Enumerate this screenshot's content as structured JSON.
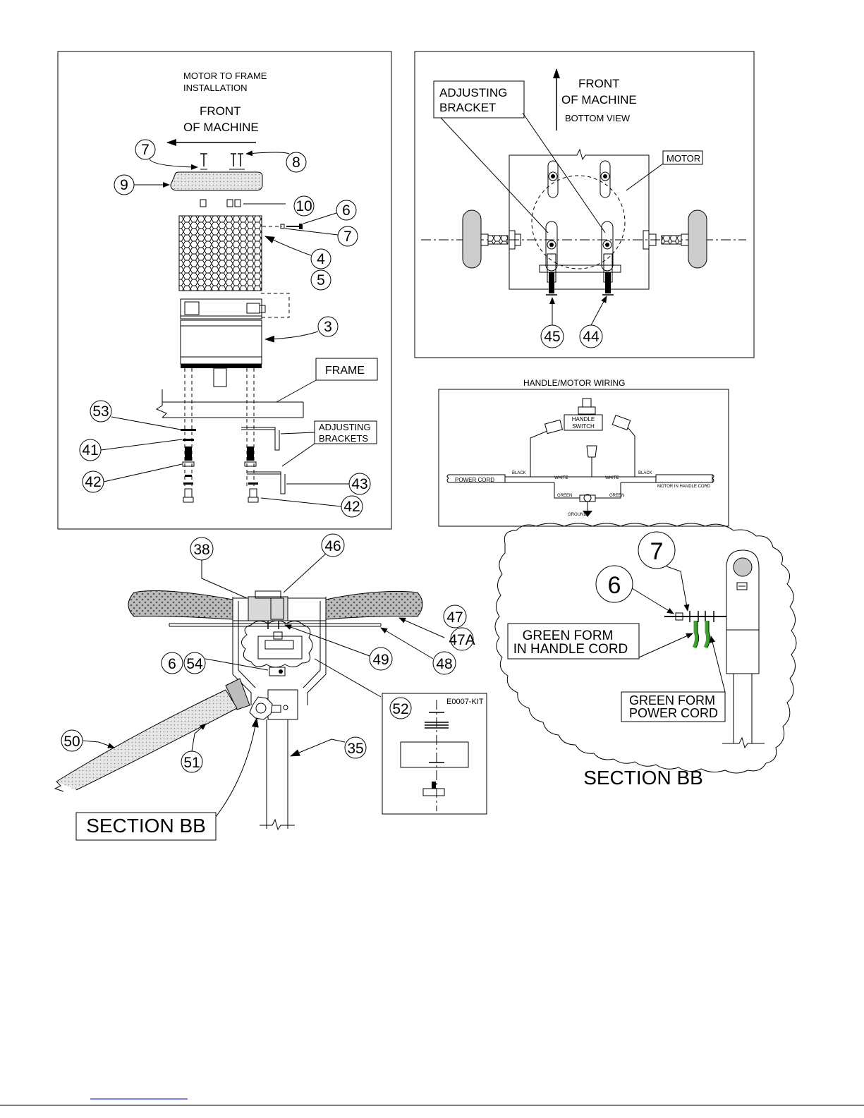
{
  "panel_motor": {
    "title_line1": "MOTOR TO FRAME",
    "title_line2": "INSTALLATION",
    "front_line1": "FRONT",
    "front_line2": "OF MACHINE",
    "frame_label": "FRAME",
    "brackets_line1": "ADJUSTING",
    "brackets_line2": "BRACKETS",
    "callouts": {
      "c7a": "7",
      "c8": "8",
      "c9": "9",
      "c10": "10",
      "c6": "6",
      "c7b": "7",
      "c4": "4",
      "c5": "5",
      "c3": "3",
      "c53": "53",
      "c41": "41",
      "c42a": "42",
      "c43": "43",
      "c42b": "42"
    }
  },
  "panel_bottom": {
    "bracket_line1": "ADJUSTING",
    "bracket_line2": "BRACKET",
    "front_line1": "FRONT",
    "front_line2": "OF MACHINE",
    "bottom_view": "BOTTOM VIEW",
    "motor_label": "MOTOR",
    "callouts": {
      "c45": "45",
      "c44": "44"
    }
  },
  "panel_wiring": {
    "title": "HANDLE/MOTOR WIRING",
    "switch_line1": "HANDLE",
    "switch_line2": "SWITCH",
    "power_cord": "POWER CORD",
    "black_left": "BLACK",
    "black_right": "BLACK",
    "white_left": "WHITE",
    "white_right": "WHITE",
    "green_left": "GREEN",
    "green_right": "GREEN",
    "motor_cord": "MOTOR IN HANDLE CORD",
    "ground": "GROUND"
  },
  "panel_handle": {
    "section_label": "SECTION BB",
    "kit_label": "E0007-KIT",
    "callouts": {
      "c38": "38",
      "c46": "46",
      "c47": "47",
      "c47a": "47A",
      "c48": "48",
      "c49": "49",
      "c6": "6",
      "c54": "54",
      "c52": "52",
      "c50": "50",
      "c51": "51",
      "c35": "35"
    }
  },
  "panel_section": {
    "section_label": "SECTION BB",
    "green_handle_line1": "GREEN FORM",
    "green_handle_line2": "IN HANDLE CORD",
    "green_power_line1": "GREEN FORM",
    "green_power_line2": "POWER CORD",
    "callouts": {
      "c7": "7",
      "c6": "6"
    }
  },
  "colors": {
    "line": "#000000",
    "green_wire": "#3aa329",
    "pad": "#c8c8c8",
    "link_underline": "#0000ee"
  }
}
